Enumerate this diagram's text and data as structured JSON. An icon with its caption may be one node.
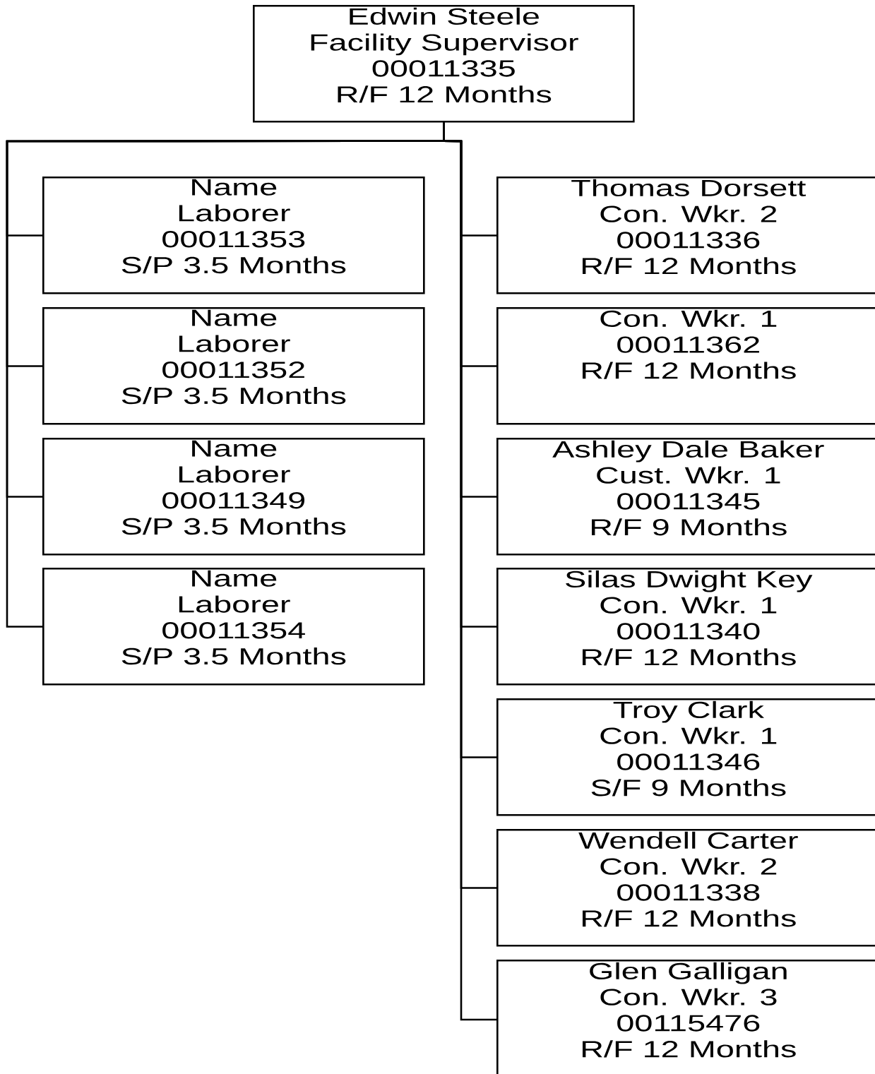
{
  "diagram": {
    "nodes": [
      {
        "text": [
          "Edwin Steele",
          "Facility Supervisor",
          "00011335",
          "R/F 12 Months"
        ]
      },
      {
        "text": [
          "Name",
          "Laborer",
          "00011353",
          "S/P 3.5 Months"
        ]
      },
      {
        "text": [
          "Name",
          "Laborer",
          "00011352",
          "S/P 3.5 Months"
        ]
      },
      {
        "text": [
          "Name",
          "Laborer",
          "00011349",
          "S/P 3.5 Months"
        ]
      },
      {
        "text": [
          "Name",
          "Laborer",
          "00011354",
          "S/P 3.5 Months"
        ]
      },
      {
        "text": [
          "Thomas Dorsett",
          "Con. Wkr. 2",
          "00011336",
          "R/F 12 Months"
        ]
      },
      {
        "text": [
          "Con. Wkr. 1",
          "00011362",
          "R/F 12 Months"
        ]
      },
      {
        "text": [
          "Ashley Dale Baker",
          "Cust. Wkr. 1",
          "00011345",
          "R/F 9 Months"
        ]
      },
      {
        "text": [
          "Silas Dwight Key",
          "Con. Wkr. 1",
          "00011340",
          "R/F 12 Months"
        ]
      },
      {
        "text": [
          "Troy Clark",
          "Con. Wkr. 1",
          "00011346",
          "S/F 9 Months"
        ]
      },
      {
        "text": [
          "Wendell Carter",
          "Con. Wkr. 2",
          "00011338",
          "R/F 12 Months"
        ]
      },
      {
        "text": [
          "Glen Galligan",
          "Con. Wkr. 3",
          "00115476",
          "R/F 12 Months"
        ]
      }
    ],
    "edges": [
      {
        "from": 0,
        "to": 1,
        "arrow": "none"
      },
      {
        "from": 0,
        "to": 2,
        "arrow": "none"
      },
      {
        "from": 0,
        "to": 3,
        "arrow": "none"
      },
      {
        "from": 0,
        "to": 4,
        "arrow": "none"
      },
      {
        "from": 0,
        "to": 5,
        "arrow": "none"
      },
      {
        "from": 0,
        "to": 6,
        "arrow": "none"
      },
      {
        "from": 0,
        "to": 7,
        "arrow": "none"
      },
      {
        "from": 0,
        "to": 8,
        "arrow": "none"
      },
      {
        "from": 0,
        "to": 9,
        "arrow": "none"
      },
      {
        "from": 0,
        "to": 10,
        "arrow": "none"
      },
      {
        "from": 0,
        "to": 11,
        "arrow": "none"
      }
    ]
  }
}
